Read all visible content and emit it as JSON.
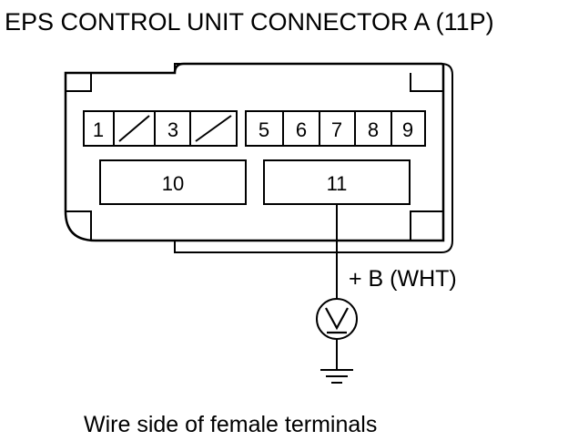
{
  "title": "EPS CONTROL UNIT CONNECTOR A (11P)",
  "terminals": {
    "t1": "1",
    "t3": "3",
    "t5": "5",
    "t6": "6",
    "t7": "7",
    "t8": "8",
    "t9": "9",
    "t10": "10",
    "t11": "11"
  },
  "wire_label": "+ B (WHT)",
  "caption": "Wire side of female terminals",
  "icons": {
    "meter": "voltmeter-icon",
    "ground": "ground-icon"
  }
}
